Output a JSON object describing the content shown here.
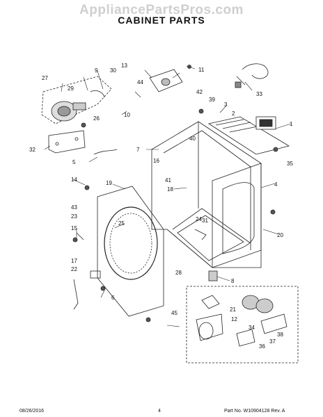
{
  "watermark": "AppliancePartsPros.com",
  "title": "CABINET PARTS",
  "callouts": [
    "1",
    "2",
    "3",
    "4",
    "5",
    "6",
    "7",
    "8",
    "9",
    "10",
    "11",
    "12",
    "13",
    "14",
    "15",
    "16",
    "17",
    "18",
    "19",
    "20",
    "21",
    "22",
    "23",
    "24",
    "25",
    "26",
    "27",
    "28",
    "29",
    "30",
    "31",
    "32",
    "33",
    "34",
    "35",
    "36",
    "37",
    "38",
    "39",
    "40",
    "41",
    "42",
    "43",
    "44",
    "45"
  ],
  "footer": {
    "date": "08/26/2016",
    "page": "4",
    "part_no": "Part No. W10904128  Rev. A"
  }
}
